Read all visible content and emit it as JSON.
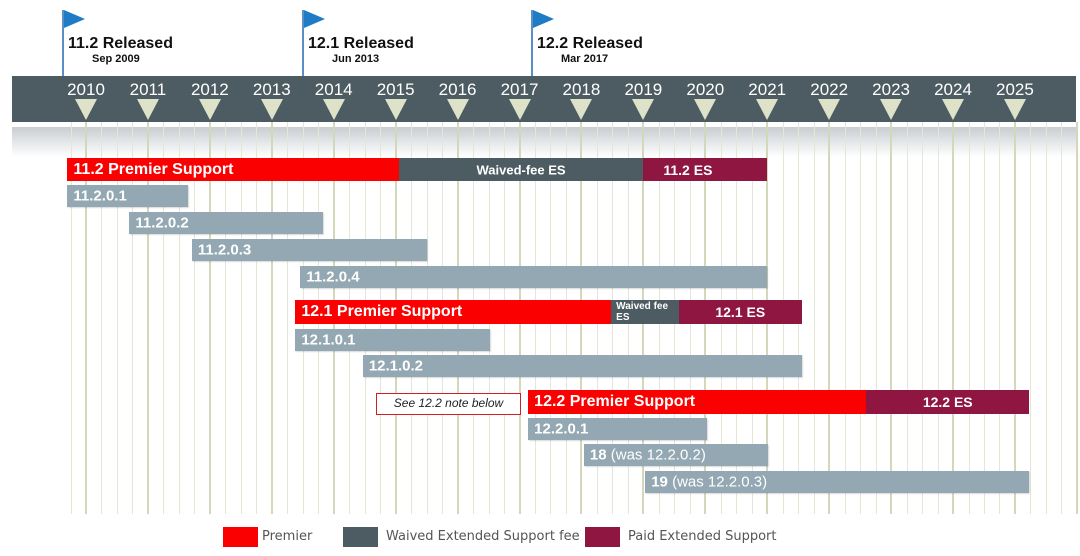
{
  "chart_data": {
    "type": "gantt",
    "title": "",
    "x_axis": {
      "type": "year",
      "range": [
        2009.7,
        2026.0
      ],
      "ticks": [
        2010,
        2011,
        2012,
        2013,
        2014,
        2015,
        2016,
        2017,
        2018,
        2019,
        2020,
        2021,
        2022,
        2023,
        2024,
        2025
      ]
    },
    "grid": "on",
    "colors": {
      "premier": "#fa0000",
      "waived": "#4d5c63",
      "paid": "#8e1640",
      "patch": "#93a8b2",
      "axis": "#4d5c63",
      "tick": "#dde2c8",
      "flag": "#1f7bc6"
    },
    "milestones": [
      {
        "title": "11.2 Released",
        "date": "Sep 2009",
        "x": 2009.7
      },
      {
        "title": "12.1 Released",
        "date": "Jun 2013",
        "x": 2013.45
      },
      {
        "title": "12.2 Released",
        "date": "Mar 2017",
        "x": 2017.2
      }
    ],
    "rows": [
      {
        "segments": [
          {
            "label": "11.2 Premier Support",
            "kind": "premier",
            "start": 2009.7,
            "end": 2015.05
          },
          {
            "label": "Waived-fee ES",
            "kind": "waived",
            "start": 2015.05,
            "end": 2019.0,
            "align": "center"
          },
          {
            "label": "11.2 ES",
            "kind": "paid",
            "start": 2019.0,
            "end": 2021.0,
            "align": "center-left"
          }
        ]
      },
      {
        "segments": [
          {
            "label": "11.2.0.1",
            "kind": "patch",
            "start": 2009.7,
            "end": 2011.65
          }
        ]
      },
      {
        "segments": [
          {
            "label": "11.2.0.2",
            "kind": "patch",
            "start": 2010.7,
            "end": 2013.83
          }
        ]
      },
      {
        "segments": [
          {
            "label": "11.2.0.3",
            "kind": "patch",
            "start": 2011.71,
            "end": 2015.5
          }
        ]
      },
      {
        "segments": [
          {
            "label": "11.2.0.4",
            "kind": "patch",
            "start": 2013.46,
            "end": 2021.0
          }
        ]
      },
      {
        "segments": [
          {
            "label": "12.1 Premier Support",
            "kind": "premier",
            "start": 2013.38,
            "end": 2018.48
          },
          {
            "label": "Waived fee ES",
            "kind": "waived-small",
            "start": 2018.48,
            "end": 2019.57
          },
          {
            "label": "12.1 ES",
            "kind": "paid",
            "start": 2019.57,
            "end": 2021.56,
            "align": "center"
          }
        ]
      },
      {
        "segments": [
          {
            "label": "12.1.0.1",
            "kind": "patch",
            "start": 2013.38,
            "end": 2016.52
          }
        ]
      },
      {
        "segments": [
          {
            "label": "12.1.0.2",
            "kind": "patch",
            "start": 2014.47,
            "end": 2021.56
          }
        ]
      },
      {
        "segments": [
          {
            "label": "12.2 Premier Support",
            "kind": "premier",
            "start": 2017.14,
            "end": 2022.6
          },
          {
            "label": "12.2 ES",
            "kind": "paid",
            "start": 2022.6,
            "end": 2025.23,
            "align": "center"
          }
        ],
        "note": "See 12.2 note below"
      },
      {
        "segments": [
          {
            "label": "12.2.0.1",
            "kind": "patch",
            "start": 2017.14,
            "end": 2020.03
          }
        ]
      },
      {
        "segments": [
          {
            "label": "18",
            "sublabel": " (was 12.2.0.2)",
            "kind": "patch",
            "start": 2018.04,
            "end": 2021.01
          }
        ]
      },
      {
        "segments": [
          {
            "label": "19",
            "sublabel": " (was 12.2.0.3)",
            "kind": "patch",
            "start": 2019.03,
            "end": 2025.23
          }
        ]
      }
    ],
    "legend": {
      "placement": "bottom-center",
      "entries": [
        {
          "label": "Premier",
          "color": "#fa0000"
        },
        {
          "label": "Waived Extended Support fee",
          "color": "#4d5c63"
        },
        {
          "label": "Paid Extended Support",
          "color": "#8e1640"
        }
      ]
    }
  }
}
